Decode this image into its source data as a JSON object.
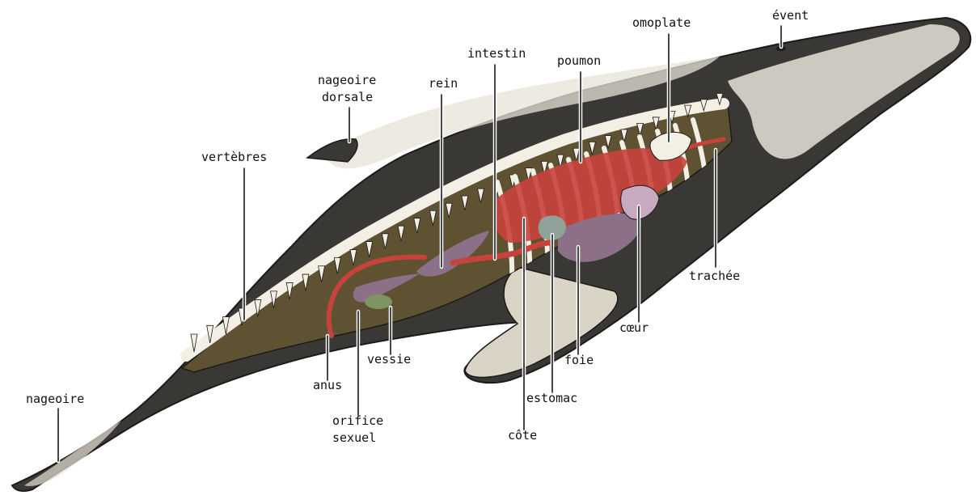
{
  "diagram": {
    "labels": {
      "nageoire": "nageoire",
      "vertebres": "vertèbres",
      "nageoire_dorsale_line1": "nageoire",
      "nageoire_dorsale_line2": "dorsale",
      "rein": "rein",
      "intestin": "intestin",
      "poumon": "poumon",
      "omoplate": "omoplate",
      "event": "évent",
      "trachee": "trachée",
      "coeur": "cœur",
      "foie": "foie",
      "estomac": "estomac",
      "cote": "côte",
      "vessie": "vessie",
      "anus": "anus",
      "orifice_sexuel_line1": "orifice",
      "orifice_sexuel_line2": "sexuel"
    },
    "colors": {
      "skin_dark": "#3a3835",
      "skin_light": "#e7e3d8",
      "cavity": "#5e5233",
      "bone": "#f3efe4",
      "organ_red": "#c8423c",
      "organ_mauve": "#8b7088",
      "organ_green": "#7f9462"
    }
  }
}
